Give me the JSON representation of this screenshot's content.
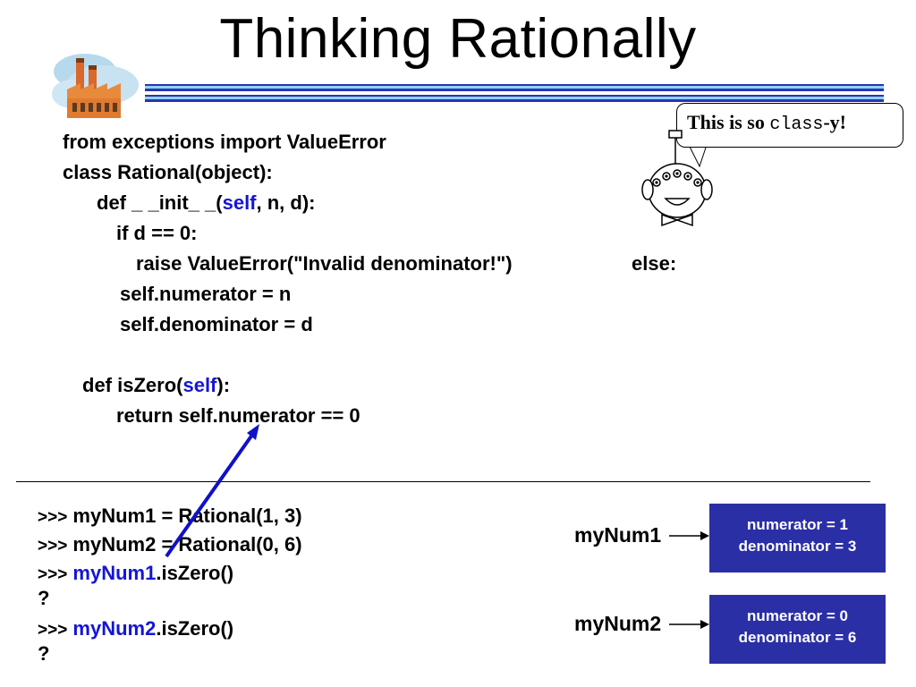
{
  "slide": {
    "title": "Thinking Rationally",
    "speech": {
      "pre": "This is so ",
      "code": "class",
      "post": "-y!"
    },
    "code": {
      "l1": "from exceptions import ValueError",
      "l2": "class Rational(object):",
      "l3_pre": "def _ _init_ _(",
      "l3_kw": "self",
      "l3_post": ", n, d):",
      "l4": "if d == 0:",
      "l5": "raise ValueError(\"Invalid denominator!\")",
      "l5_else": "else:",
      "l6": "self.numerator = n",
      "l7": "self.denominator = d",
      "l8_pre": "def isZero(",
      "l8_kw": "self",
      "l8_post": "):",
      "l9": "return self.numerator == 0"
    },
    "shell": {
      "prompt": ">>>",
      "s1": "myNum1 = Rational(1, 3)",
      "s2": "myNum2 = Rational(0, 6)",
      "s3_kw": "myNum1",
      "s3_post": ".isZero()",
      "r1": "?",
      "s4_kw": "myNum2",
      "s4_post": ".isZero()",
      "r2": "?"
    },
    "objects": [
      {
        "var": "myNum1",
        "numerator": "numerator = 1",
        "denominator": "denominator = 3"
      },
      {
        "var": "myNum2",
        "numerator": "numerator = 0",
        "denominator": "denominator = 6"
      }
    ],
    "colors": {
      "keyword": "#1515d6",
      "object_box": "#2b2fa6",
      "arrow": "#1010c8",
      "rule": "#2a34b0"
    },
    "icons": [
      "factory-icon",
      "robot-face-icon",
      "pointer-arrow-icon"
    ]
  }
}
